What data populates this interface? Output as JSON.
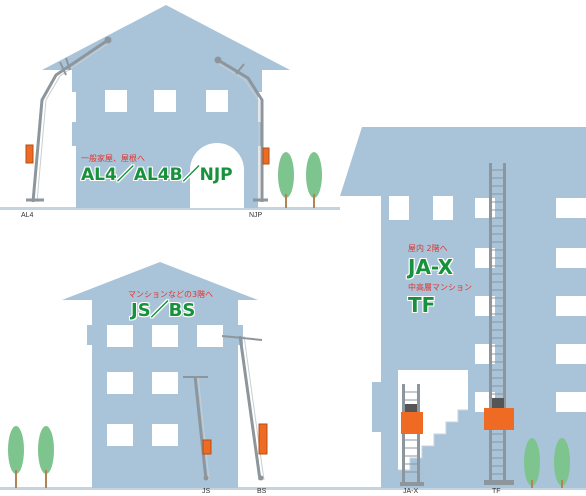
{
  "colors": {
    "building": "#a9c4d9",
    "window": "#ffffff",
    "ground": "#c4d3e0",
    "tree": "#7dc48e",
    "trunk": "#b08454",
    "ladder": "#9aa2a8",
    "machine_orange": "#ef6a22",
    "label_red": "#e0332c",
    "label_green": "#17913b"
  },
  "groups": {
    "al4": {
      "subtitle": "一般家屋、屋根へ",
      "title": "AL4／AL4B／NJP",
      "captions": [
        "AL4",
        "NJP"
      ]
    },
    "js": {
      "subtitle": "マンションなどの3階へ",
      "title": "JS／BS",
      "captions": [
        "JS",
        "BS"
      ]
    },
    "jax": {
      "subtitle": "屋内 2階へ",
      "title": "JA-X",
      "caption": "JA-X"
    },
    "tf": {
      "subtitle": "中高層マンション",
      "title": "TF",
      "caption": "TF"
    }
  }
}
